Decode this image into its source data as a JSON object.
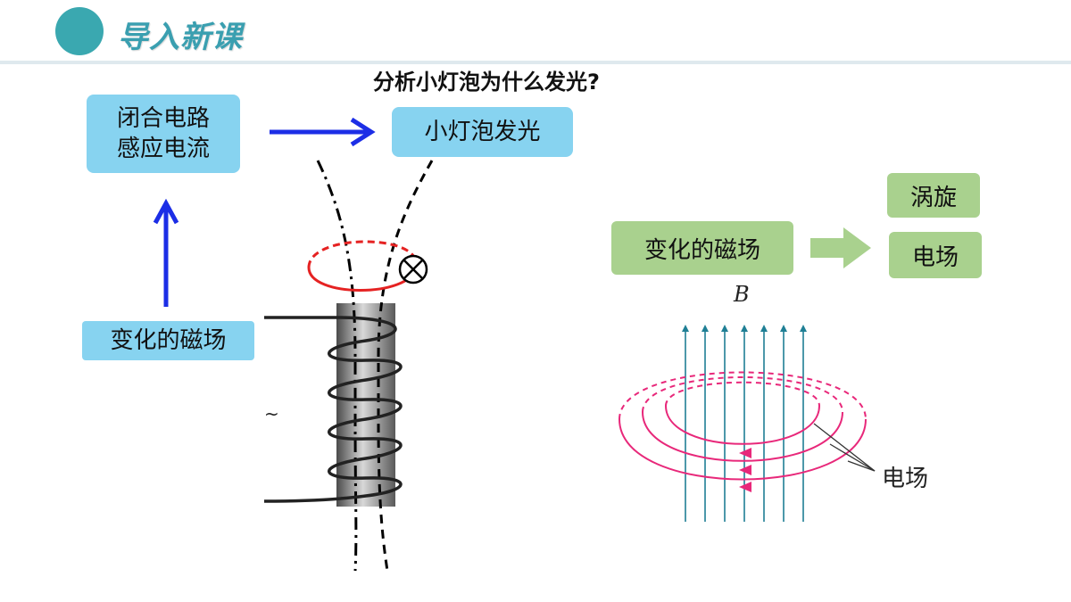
{
  "header": {
    "title": "导入新课"
  },
  "question": "分析小灯泡为什么发光?",
  "boxes": {
    "circuit": {
      "line1": "闭合电路",
      "line2": "感应电流"
    },
    "bulb": "小灯泡发光",
    "field_left": "变化的磁场",
    "field_right": "变化的磁场",
    "vortex": "涡旋",
    "efield": "电场"
  },
  "diagram_right": {
    "b_label": "B",
    "efield_label": "电场"
  },
  "diagram_left": {
    "ac_symbol": "~"
  },
  "colors": {
    "box_blue": "#87d3f0",
    "box_green": "#a9d18e",
    "arrow_blue": "#1c2ee6",
    "loop_red": "#e52222",
    "field_pink": "#e8287a",
    "field_line_teal": "#1f7f95",
    "header_teal": "#3aa8b0"
  },
  "icons": {
    "bulb_symbol": "circle-cross-icon"
  }
}
